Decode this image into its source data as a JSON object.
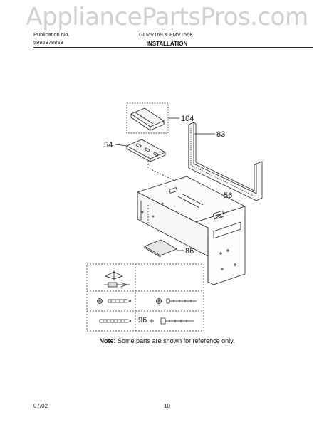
{
  "watermark": "AppliancePartsPros.com",
  "header": {
    "left_line1": "Publication No.",
    "left_line2": "5995378853",
    "center": "GLMV169 & FMV156K",
    "section_title": "INSTALLATION"
  },
  "callouts": {
    "c104": "104",
    "c54": "54",
    "c83": "83",
    "c56": "56",
    "c86": "86",
    "c96": "96"
  },
  "note": {
    "label": "Note:",
    "text": "Some parts are shown for reference only."
  },
  "footer": {
    "date": "07/02",
    "page": "10"
  },
  "colors": {
    "line": "#222222",
    "watermark": "#969696"
  }
}
